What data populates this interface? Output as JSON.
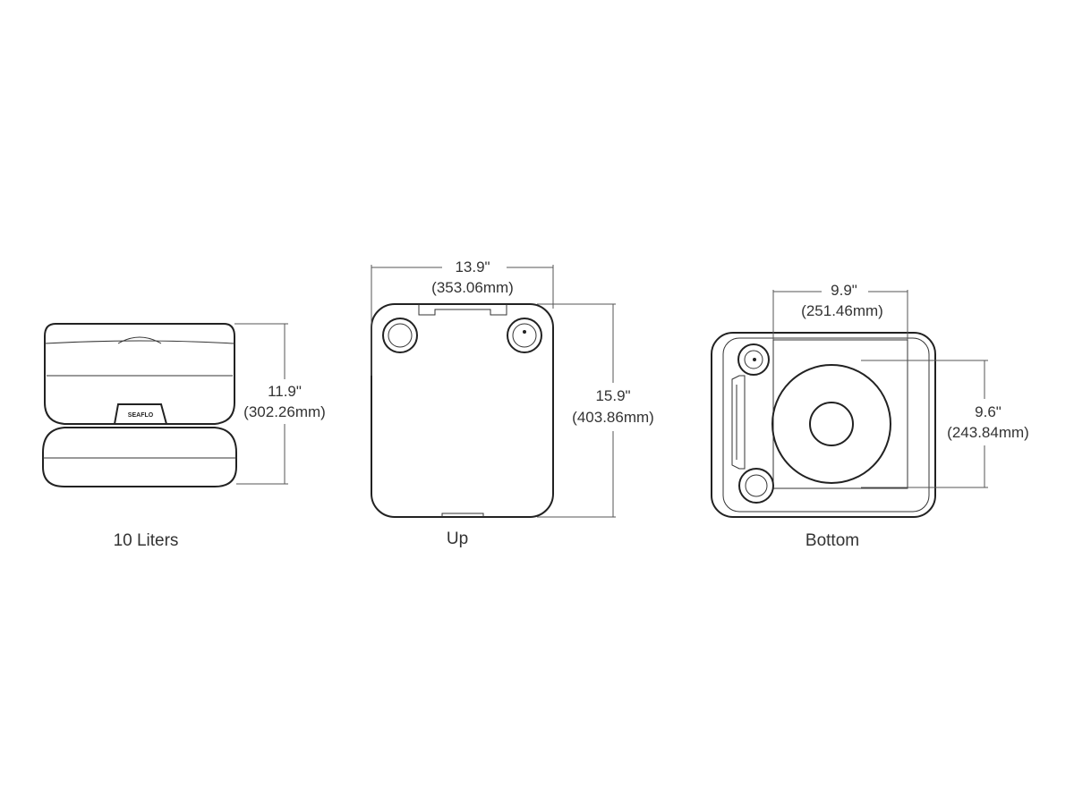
{
  "side_view": {
    "brand": "SEAFLO",
    "height_in": "11.9\"",
    "height_mm": "(302.26mm)",
    "caption": "10 Liters"
  },
  "top_view": {
    "width_in": "13.9\"",
    "width_mm": "(353.06mm)",
    "depth_in": "15.9\"",
    "depth_mm": "(403.86mm)",
    "caption": "Up"
  },
  "bottom_view": {
    "width_in": "9.9\"",
    "width_mm": "(251.46mm)",
    "height_in": "9.6\"",
    "height_mm": "(243.84mm)",
    "caption": "Bottom"
  }
}
